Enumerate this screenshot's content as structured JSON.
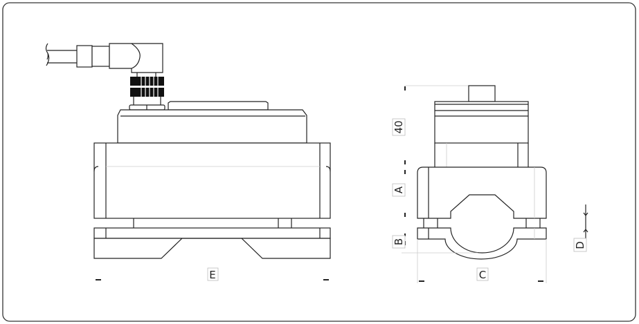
{
  "dimensions": {
    "height_40": "40",
    "A": "A",
    "B": "B",
    "C": "C",
    "D": "D",
    "E": "E"
  }
}
